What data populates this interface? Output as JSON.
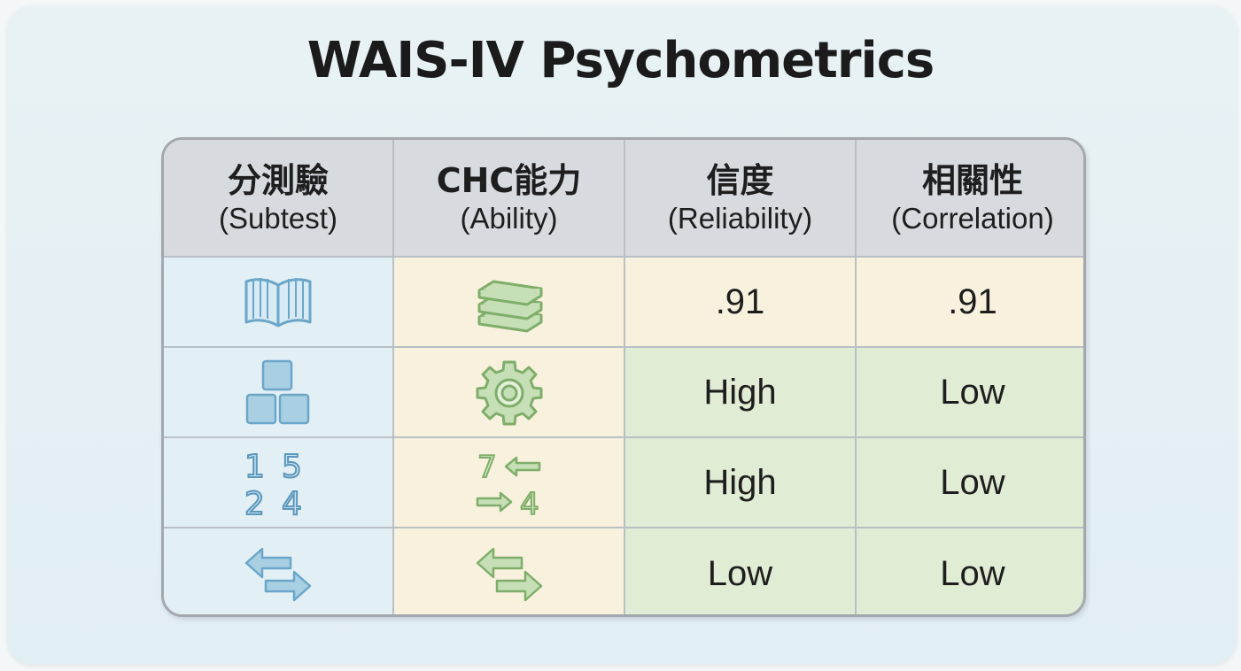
{
  "title": "WAIS-IV Psychometrics",
  "headers": [
    {
      "zh": "分測驗",
      "en": "(Subtest)"
    },
    {
      "zh": "CHC能力",
      "en": "(Ability)"
    },
    {
      "zh": "信度",
      "en": "(Reliability)"
    },
    {
      "zh": "相關性",
      "en": "(Correlation)"
    }
  ],
  "rows": [
    {
      "subtest_icon": "open-book-icon",
      "ability_icon": "stacked-books-icon",
      "reliability": ".91",
      "correlation": ".91"
    },
    {
      "subtest_icon": "block-design-icon",
      "ability_icon": "gear-icon",
      "reliability": "High",
      "correlation": "Low"
    },
    {
      "subtest_icon": "digit-grid-icon",
      "ability_icon": "digits-arrows-icon",
      "reliability": "High",
      "correlation": "Low"
    },
    {
      "subtest_icon": "swap-arrows-icon",
      "ability_icon": "swap-arrows-icon",
      "reliability": "Low",
      "correlation": "Low"
    }
  ],
  "icon_digits": {
    "subtest": [
      "1",
      "5",
      "2",
      "4"
    ],
    "ability": [
      "7",
      "4"
    ]
  },
  "colors": {
    "subtest_column": "#e2eff5",
    "ability_column": "#f8f1dd",
    "value_cream": "#f8f1dd",
    "value_green": "#e0ecd4",
    "header": "#d7dbe0",
    "blue_icon": "#6aa6c9",
    "green_icon": "#7fae6a"
  }
}
